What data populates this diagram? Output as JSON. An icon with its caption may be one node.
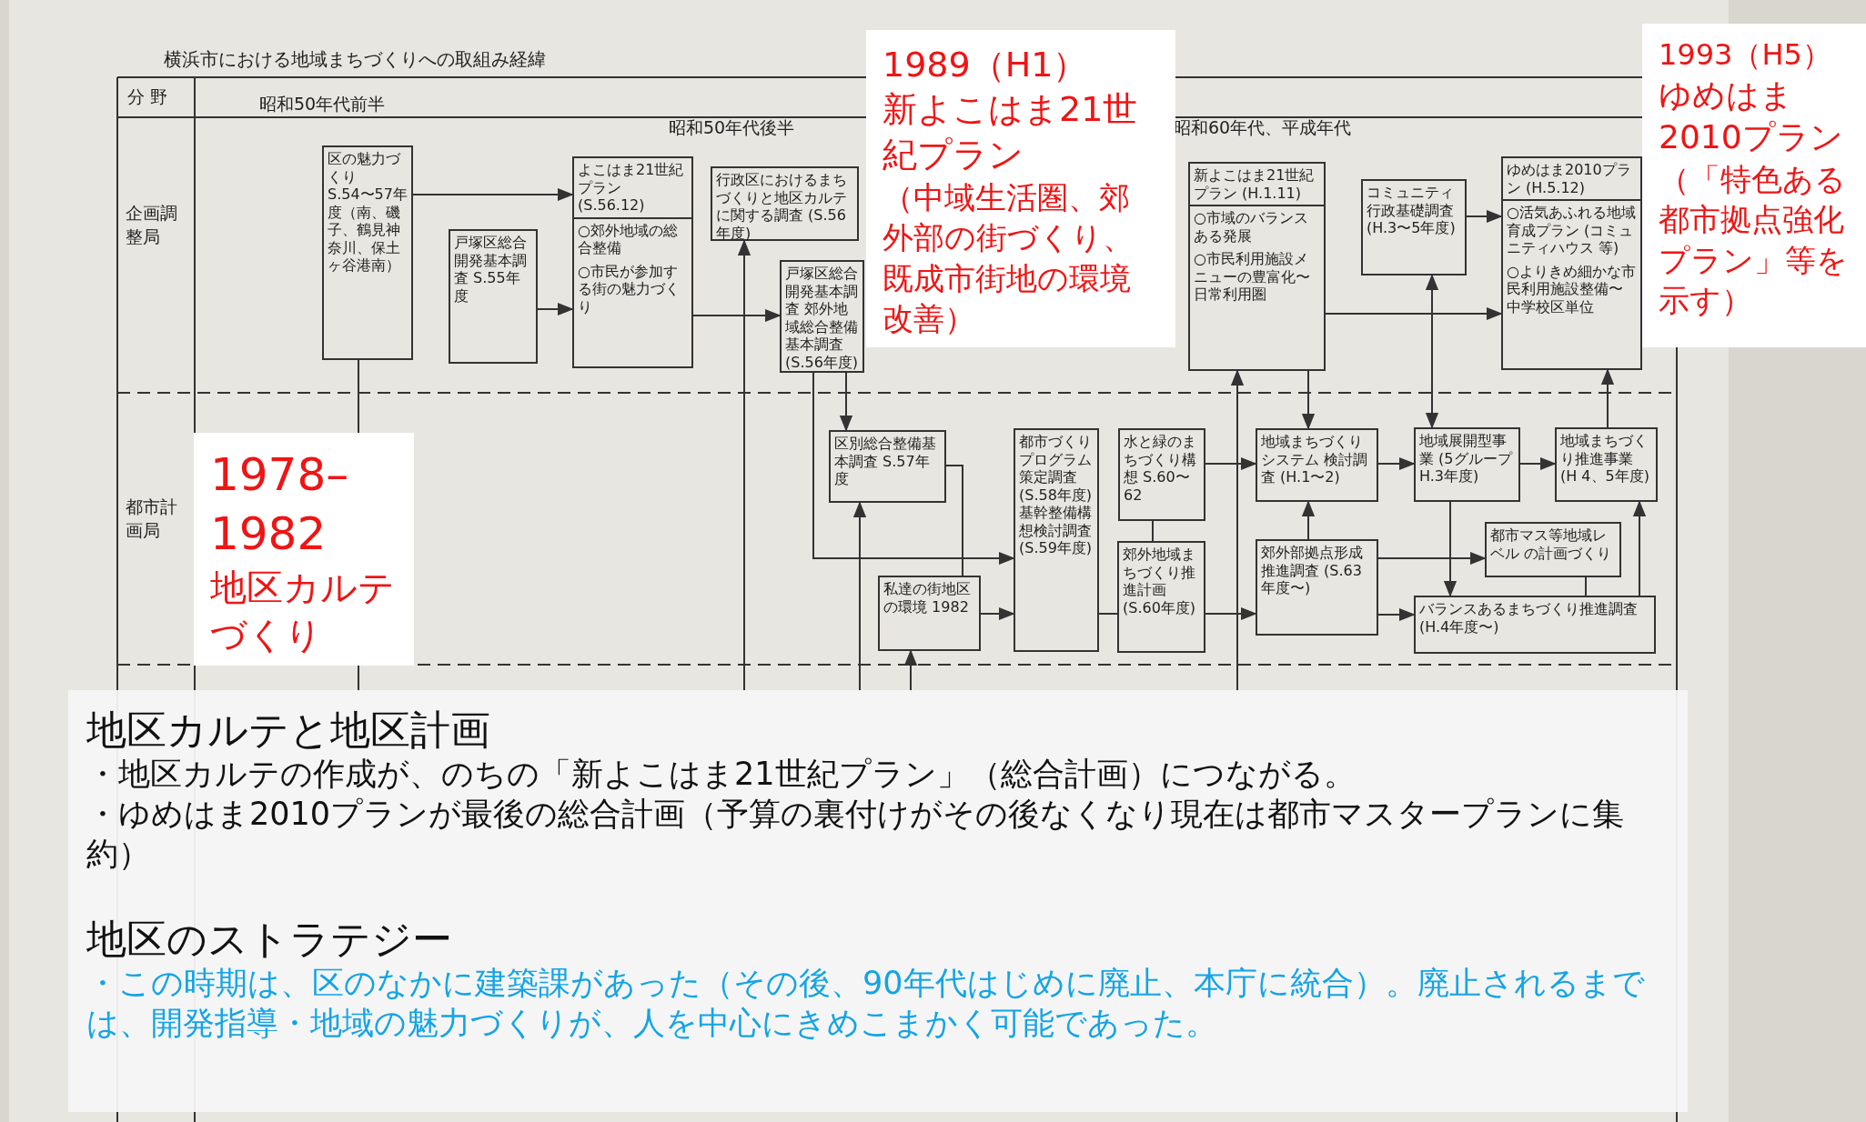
{
  "diagram": {
    "title": "横浜市における地域まちづくりへの取組み経緯",
    "nodes": [
      {
        "text": [
          "区の魅力づくり S.54〜57年度（南、磯子、鶴見神奈川、保土ヶ谷港南）"
        ]
      },
      {
        "text": [
          "戸塚区総合開発基本調査 S.55年度"
        ]
      },
      {
        "text": [
          "よこはま21世紀プラン (S.56.12)",
          "○郊外地域の総合整備",
          "○市民が参加する街の魅力づくり"
        ]
      },
      {
        "text": [
          "行政区におけるまちづくりと地区カルテに関する調査 (S.56年度)"
        ]
      },
      {
        "text": [
          "戸塚区総合開発基本調査 郊外地域総合整備基本調査 (S.56年度)"
        ]
      },
      {
        "text": [
          "新よこはま21世紀プラン (H.1.11)",
          "○市域のバランスある発展",
          "○市民利用施設メニューの豊富化〜日常利用圏"
        ]
      },
      {
        "text": [
          "コミュニティ行政基礎調査 (H.3〜5年度)"
        ]
      },
      {
        "text": [
          "ゆめはま2010プラン (H.5.12)",
          "○活気あふれる地域育成プラン (コミュニティハウス 等)",
          "○よりきめ細かな市民利用施設整備〜中学校区単位"
        ]
      },
      {
        "text": [
          "区別総合整備基本調査 S.57年度"
        ]
      },
      {
        "text": [
          "都市づくりプログラム策定調査 (S.58年度) 基幹整備構想検討調査 (S.59年度)"
        ]
      },
      {
        "text": [
          "水と緑のまちづくり構想 S.60〜62"
        ]
      },
      {
        "text": [
          "郊外地域まちづくり推進計画 (S.60年度)"
        ]
      },
      {
        "text": [
          "私達の街地区の環境 1982"
        ]
      },
      {
        "text": [
          "地域まちづくりシステム 検討調査 (H.1〜2)"
        ]
      },
      {
        "text": [
          "郊外部拠点形成推進調査 (S.63年度〜)"
        ]
      },
      {
        "text": [
          "地域展開型事業 (5グループ H.3年度)"
        ]
      },
      {
        "text": [
          "地域まちづくり推進事業 (H 4、5年度)"
        ]
      },
      {
        "text": [
          "都市マス等地域レベル の計画づくり"
        ]
      },
      {
        "text": [
          "バランスあるまちづくり推進調査 (H.4年度〜)"
        ]
      }
    ],
    "edges": [
      {
        "from": 0,
        "to": 2,
        "arrow": "to"
      },
      {
        "from": 1,
        "to": 2,
        "arrow": "to"
      },
      {
        "from": 2,
        "to": 4,
        "arrow": "to"
      },
      {
        "from": null,
        "to": 3,
        "arrow": "to"
      },
      {
        "from": 4,
        "to": 8,
        "arrow": "to"
      },
      {
        "from": 4,
        "to": 9,
        "arrow": "to"
      },
      {
        "from": null,
        "to": 8,
        "arrow": "to"
      },
      {
        "from": 8,
        "to": 12,
        "arrow": "none"
      },
      {
        "from": 12,
        "to": 9,
        "arrow": "to"
      },
      {
        "from": null,
        "to": 12,
        "arrow": "to"
      },
      {
        "from": 9,
        "to": 11,
        "arrow": "none"
      },
      {
        "from": 10,
        "to": 11,
        "arrow": "none"
      },
      {
        "from": 10,
        "to": 13,
        "arrow": "to"
      },
      {
        "from": 11,
        "to": 14,
        "arrow": "to"
      },
      {
        "from": null,
        "to": 5,
        "arrow": "to"
      },
      {
        "from": 5,
        "to": 13,
        "arrow": "to"
      },
      {
        "from": 14,
        "to": 13,
        "arrow": "to"
      },
      {
        "from": 5,
        "to": 7,
        "arrow": "to"
      },
      {
        "from": 6,
        "to": 7,
        "arrow": "to"
      },
      {
        "from": 15,
        "to": 6,
        "arrow": "both"
      },
      {
        "from": 13,
        "to": 15,
        "arrow": "to"
      },
      {
        "from": 15,
        "to": 16,
        "arrow": "to"
      },
      {
        "from": 16,
        "to": 7,
        "arrow": "to"
      },
      {
        "from": 14,
        "to": 17,
        "arrow": "to"
      },
      {
        "from": 15,
        "to": 18,
        "arrow": "to"
      },
      {
        "from": 17,
        "to": 18,
        "arrow": "none"
      },
      {
        "from": 18,
        "to": 16,
        "arrow": "to"
      },
      {
        "from": 14,
        "to": 18,
        "arrow": "to"
      },
      {
        "from": 0,
        "to": null,
        "arrow": "none"
      }
    ],
    "labels": [
      "分 野",
      "昭和50年代前半",
      "昭和50年代後半",
      "昭和60年代、平成年代",
      "企画調整局",
      "都市計画局",
      "1989（H1）",
      "新よこはま21世紀プラン",
      "（中域生活圏、郊外部の街づくり、既成市街地の環境改善）",
      "1993（H5）",
      "ゆめはま2010プラン",
      "（「特色ある都市拠点強化プラン」等を示す）",
      "1978–1982",
      "地区カルテづくり",
      "地区カルテと地区計画",
      "・地区カルテの作成が、のちの「新よこはま21世紀プラン」（総合計画）につながる。",
      "・ゆめはま2010プランが最後の総合計画（予算の裏付けがその後なくなり現在は都市マスタープランに集約）",
      "地区のストラテジー",
      "・この時期は、区のなかに建築課があった（その後、90年代はじめに廃止、本庁に統合）。廃止されるまでは、開発指導・地域の魅力づくりが、人を中心にきめこまかく可能であった。"
    ]
  }
}
